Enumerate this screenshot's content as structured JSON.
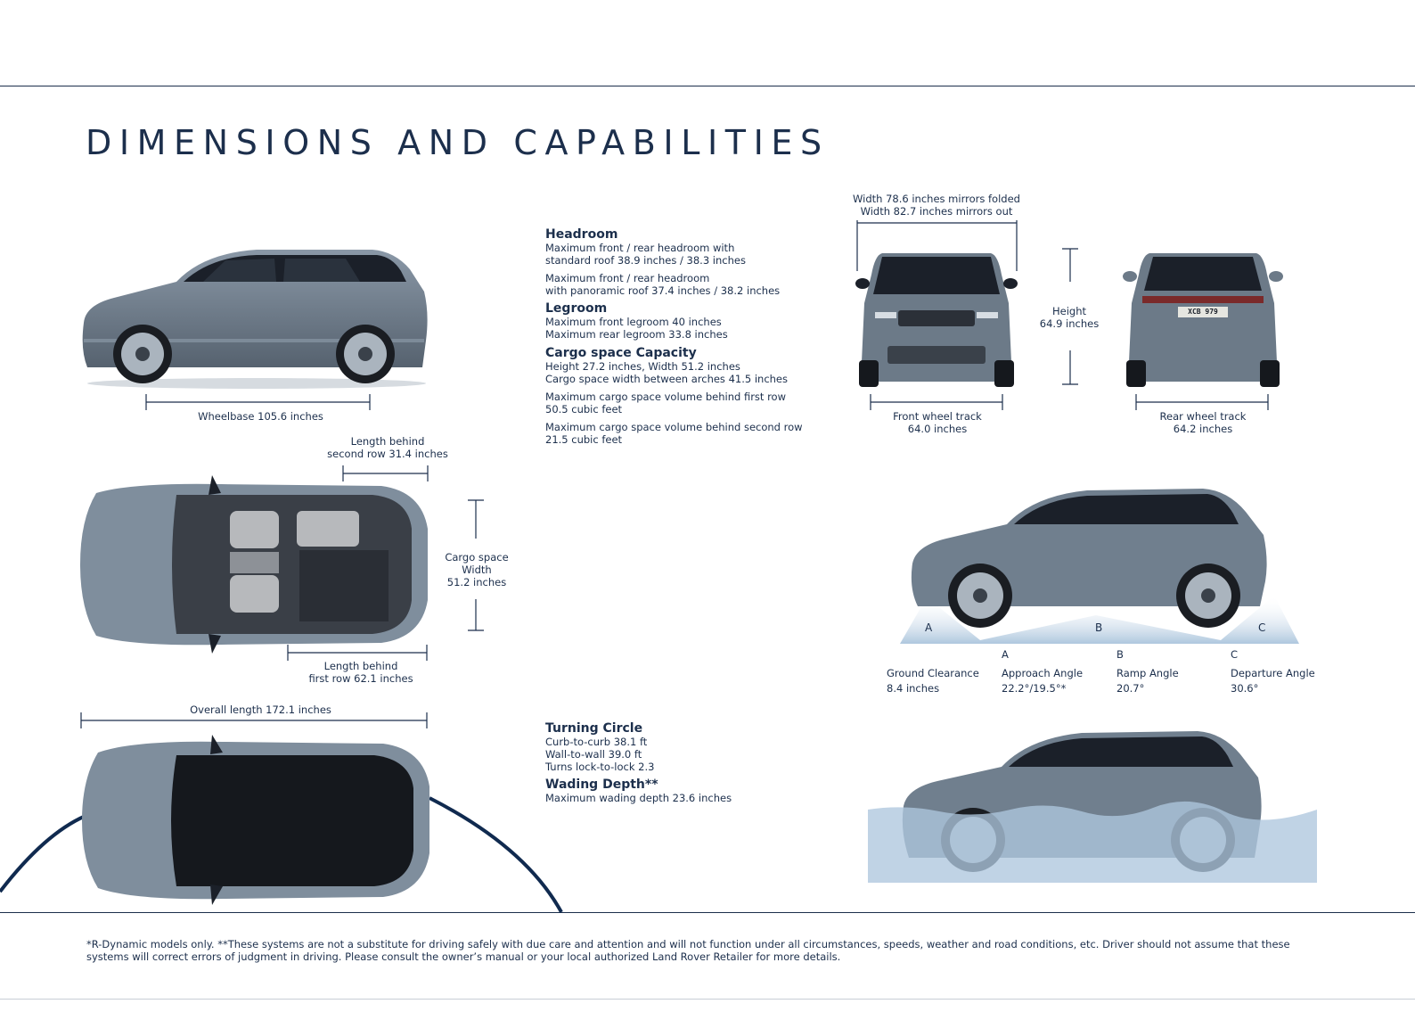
{
  "page": {
    "title": "DIMENSIONS AND CAPABILITIES",
    "colors": {
      "navy": "#1c2f4c",
      "car_body": "#6c7c8c",
      "car_roof": "#1b2029",
      "water": "#aec7de"
    }
  },
  "side_view": {
    "wheelbase": "Wheelbase 105.6 inches"
  },
  "top_view": {
    "length_behind_second_row": "Length behind\nsecond row 31.4 inches",
    "length_behind_first_row": "Length behind\nfirst row 62.1 inches",
    "cargo_width": "Cargo space\nWidth\n51.2 inches",
    "overall_length": "Overall length 172.1 inches"
  },
  "interior": {
    "headroom": {
      "heading": "Headroom",
      "lines": [
        "Maximum front / rear headroom with\nstandard roof 38.9 inches / 38.3 inches",
        "Maximum front / rear headroom\nwith panoramic roof 37.4 inches / 38.2 inches"
      ]
    },
    "legroom": {
      "heading": "Legroom",
      "lines": [
        "Maximum front legroom 40 inches\nMaximum rear legroom 33.8 inches"
      ]
    },
    "cargo": {
      "heading": "Cargo space Capacity",
      "lines": [
        "Height 27.2 inches, Width 51.2 inches\nCargo space width between arches 41.5 inches",
        "Maximum cargo space volume behind first row\n50.5 cubic feet",
        "Maximum cargo space volume behind second row\n21.5 cubic feet"
      ]
    }
  },
  "front_view": {
    "width": "Width 78.6 inches mirrors folded\nWidth 82.7 inches mirrors out",
    "height": "Height\n64.9 inches",
    "front_track": "Front wheel track\n64.0 inches",
    "plate": "XCB 979",
    "rear_track": "Rear wheel track\n64.2 inches"
  },
  "angles": {
    "markers": [
      "A",
      "B",
      "C"
    ],
    "ground_clearance": {
      "label": "Ground Clearance",
      "value": "8.4 inches"
    },
    "items": [
      {
        "letter": "A",
        "label": "Approach Angle",
        "value": "22.2°/19.5°*"
      },
      {
        "letter": "B",
        "label": "Ramp Angle",
        "value": "20.7°"
      },
      {
        "letter": "C",
        "label": "Departure Angle",
        "value": "30.6°"
      }
    ]
  },
  "capabilities": {
    "turning": {
      "heading": "Turning Circle",
      "lines": [
        "Curb-to-curb 38.1 ft\nWall-to-wall 39.0 ft\nTurns lock-to-lock 2.3"
      ]
    },
    "wading": {
      "heading": "Wading Depth**",
      "lines": [
        "Maximum wading depth 23.6 inches"
      ]
    }
  },
  "footnote": "*R-Dynamic models only.   **These systems are not a substitute for driving safely with due care and attention and will not function under all circumstances, speeds, weather and road conditions, etc. Driver should not assume that these systems will correct errors of judgment in driving. Please consult the owner’s manual or your local authorized Land Rover Retailer for more details."
}
